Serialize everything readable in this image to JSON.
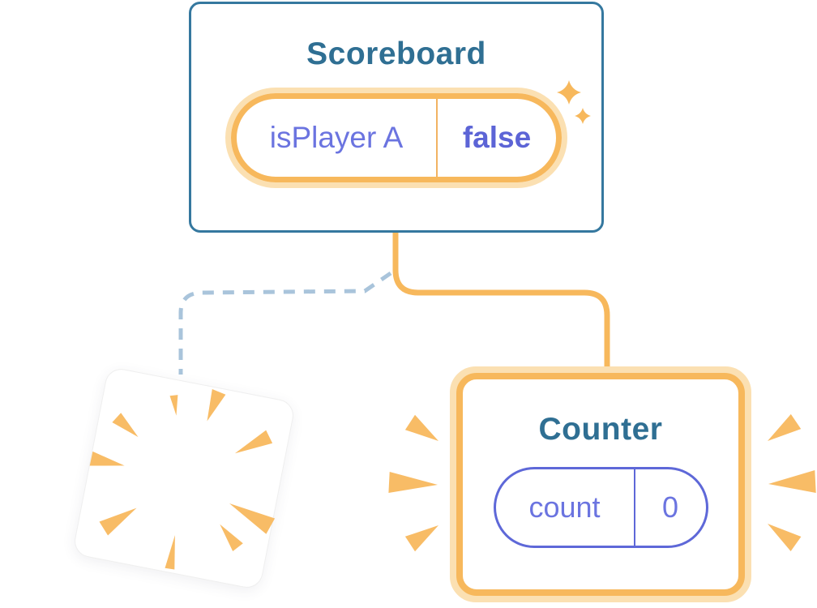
{
  "scoreboard": {
    "title": "Scoreboard",
    "state_pill": {
      "label": "isPlayer A",
      "value": "false"
    }
  },
  "counter": {
    "title": "Counter",
    "state_pill": {
      "label": "count",
      "value": "0"
    }
  },
  "colors": {
    "card_border_blue": "#35789F",
    "title_teal": "#2F6F93",
    "accent_orange": "#F7B85C",
    "light_orange_ring": "#FBE0B2",
    "burst_orange": "#F8BC66",
    "state_label_purple": "#6B74E0",
    "state_value_purple": "#5C64D6",
    "counter_pill_purple": "#5E68D8",
    "dashed_connector_blue": "#A9C4DB"
  }
}
